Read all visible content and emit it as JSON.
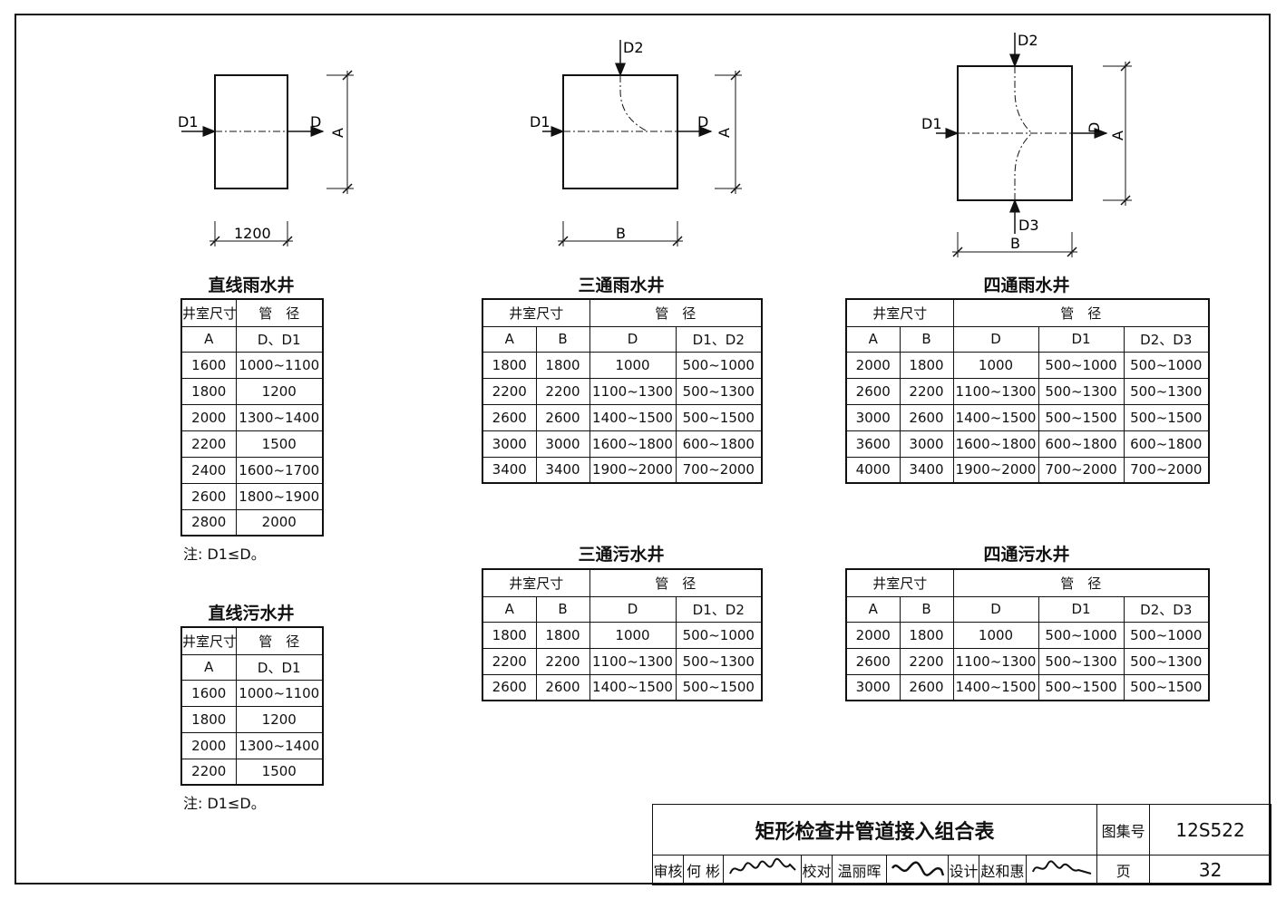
{
  "diagrams": {
    "straight": {
      "in": "D1",
      "out": "D",
      "side": "A",
      "width": "1200"
    },
    "tee": {
      "top": "D2",
      "in": "D1",
      "out": "D",
      "side": "A",
      "bottom": "B"
    },
    "cross": {
      "top": "D2",
      "in": "D1",
      "out": "D",
      "side": "A",
      "bottomPipe": "D3",
      "bottom": "B"
    }
  },
  "tables": {
    "straightRain": {
      "title": "直线雨水井",
      "h1": [
        "井室尺寸",
        "管　径"
      ],
      "h2": [
        "A",
        "D、D1"
      ],
      "rows": [
        [
          "1600",
          "1000~1100"
        ],
        [
          "1800",
          "1200"
        ],
        [
          "2000",
          "1300~1400"
        ],
        [
          "2200",
          "1500"
        ],
        [
          "2400",
          "1600~1700"
        ],
        [
          "2600",
          "1800~1900"
        ],
        [
          "2800",
          "2000"
        ]
      ],
      "note": "注: D1≤D。"
    },
    "straightSewage": {
      "title": "直线污水井",
      "h1": [
        "井室尺寸",
        "管　径"
      ],
      "h2": [
        "A",
        "D、D1"
      ],
      "rows": [
        [
          "1600",
          "1000~1100"
        ],
        [
          "1800",
          "1200"
        ],
        [
          "2000",
          "1300~1400"
        ],
        [
          "2200",
          "1500"
        ]
      ],
      "note": "注: D1≤D。"
    },
    "teeRain": {
      "title": "三通雨水井",
      "h1": [
        "井室尺寸",
        "管　径"
      ],
      "h2": [
        "A",
        "B",
        "D",
        "D1、D2"
      ],
      "rows": [
        [
          "1800",
          "1800",
          "1000",
          "500~1000"
        ],
        [
          "2200",
          "2200",
          "1100~1300",
          "500~1300"
        ],
        [
          "2600",
          "2600",
          "1400~1500",
          "500~1500"
        ],
        [
          "3000",
          "3000",
          "1600~1800",
          "600~1800"
        ],
        [
          "3400",
          "3400",
          "1900~2000",
          "700~2000"
        ]
      ]
    },
    "teeSewage": {
      "title": "三通污水井",
      "h1": [
        "井室尺寸",
        "管　径"
      ],
      "h2": [
        "A",
        "B",
        "D",
        "D1、D2"
      ],
      "rows": [
        [
          "1800",
          "1800",
          "1000",
          "500~1000"
        ],
        [
          "2200",
          "2200",
          "1100~1300",
          "500~1300"
        ],
        [
          "2600",
          "2600",
          "1400~1500",
          "500~1500"
        ]
      ]
    },
    "crossRain": {
      "title": "四通雨水井",
      "h1": [
        "井室尺寸",
        "管　径"
      ],
      "h2": [
        "A",
        "B",
        "D",
        "D1",
        "D2、D3"
      ],
      "rows": [
        [
          "2000",
          "1800",
          "1000",
          "500~1000",
          "500~1000"
        ],
        [
          "2600",
          "2200",
          "1100~1300",
          "500~1300",
          "500~1300"
        ],
        [
          "3000",
          "2600",
          "1400~1500",
          "500~1500",
          "500~1500"
        ],
        [
          "3600",
          "3000",
          "1600~1800",
          "600~1800",
          "600~1800"
        ],
        [
          "4000",
          "3400",
          "1900~2000",
          "700~2000",
          "700~2000"
        ]
      ]
    },
    "crossSewage": {
      "title": "四通污水井",
      "h1": [
        "井室尺寸",
        "管　径"
      ],
      "h2": [
        "A",
        "B",
        "D",
        "D1",
        "D2、D3"
      ],
      "rows": [
        [
          "2000",
          "1800",
          "1000",
          "500~1000",
          "500~1000"
        ],
        [
          "2600",
          "2200",
          "1100~1300",
          "500~1300",
          "500~1300"
        ],
        [
          "3000",
          "2600",
          "1400~1500",
          "500~1500",
          "500~1500"
        ]
      ]
    }
  },
  "titleBlock": {
    "title": "矩形检查井管道接入组合表",
    "atlasLabel": "图集号",
    "atlasNo": "12S522",
    "review": "审核",
    "reviewer": "何 彬",
    "check": "校对",
    "checker": "温丽晖",
    "design": "设计",
    "designer": "赵和惠",
    "pageLabel": "页",
    "pageNo": "32"
  }
}
